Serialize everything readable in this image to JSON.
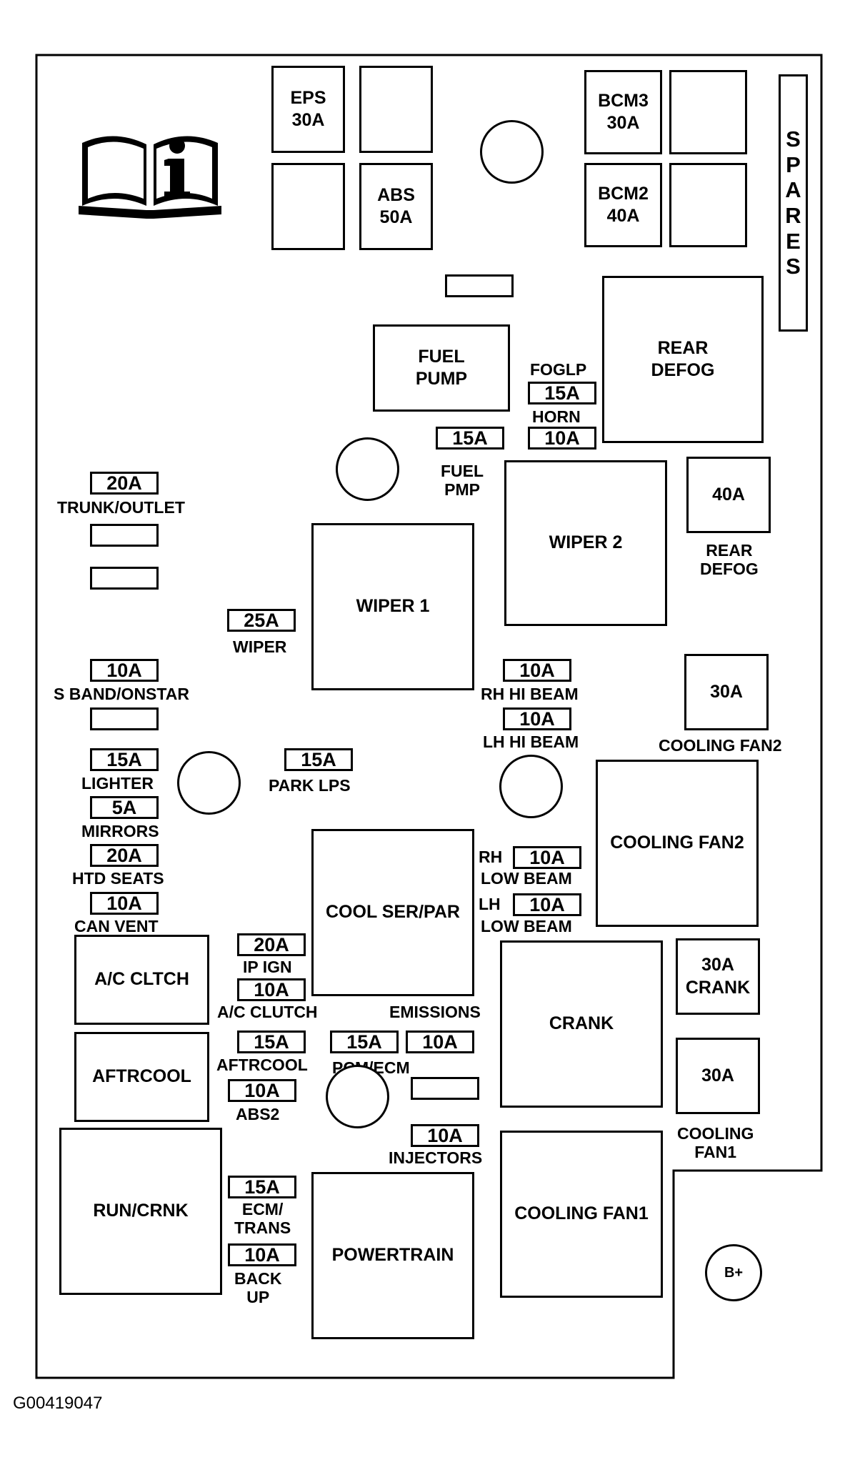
{
  "figure_id": "G00419047",
  "spares_label": "SPARES",
  "b_plus": "B+",
  "relays": [
    {
      "id": "eps",
      "label": "EPS\n30A"
    },
    {
      "id": "blank-top-1",
      "label": ""
    },
    {
      "id": "blank-top-2",
      "label": ""
    },
    {
      "id": "abs",
      "label": "ABS\n50A"
    },
    {
      "id": "bcm3",
      "label": "BCM3\n30A"
    },
    {
      "id": "blank-top-3",
      "label": ""
    },
    {
      "id": "bcm2",
      "label": "BCM2\n40A"
    },
    {
      "id": "blank-top-4",
      "label": ""
    },
    {
      "id": "rear-defog-relay",
      "label": "REAR\nDEFOG"
    },
    {
      "id": "fuel-pump",
      "label": "FUEL\nPUMP"
    },
    {
      "id": "wiper2",
      "label": "WIPER 2"
    },
    {
      "id": "rear-defog-40a",
      "label": "40A"
    },
    {
      "id": "wiper1",
      "label": "WIPER 1"
    },
    {
      "id": "cooling-fan2-30a",
      "label": "30A"
    },
    {
      "id": "cooling-fan2-relay",
      "label": "COOLING FAN2"
    },
    {
      "id": "cool-ser-par",
      "label": "COOL SER/PAR"
    },
    {
      "id": "ac-cltch",
      "label": "A/C CLTCH"
    },
    {
      "id": "aftrcool",
      "label": "AFTRCOOL"
    },
    {
      "id": "crank",
      "label": "CRANK"
    },
    {
      "id": "crank-30a",
      "label": "30A\nCRANK"
    },
    {
      "id": "cooling-fan1-30a",
      "label": "30A"
    },
    {
      "id": "run-crnk",
      "label": "RUN/CRNK"
    },
    {
      "id": "powertrain",
      "label": "POWERTRAIN"
    },
    {
      "id": "cooling-fan1-relay",
      "label": "COOLING FAN1"
    }
  ],
  "fuses": [
    {
      "id": "blank-fuse-top",
      "rating": ""
    },
    {
      "id": "foglp",
      "rating": "15A"
    },
    {
      "id": "horn",
      "rating": "10A"
    },
    {
      "id": "fuel-pmp",
      "rating": "15A"
    },
    {
      "id": "trunk-outlet",
      "rating": "20A"
    },
    {
      "id": "blank-fuse-1",
      "rating": ""
    },
    {
      "id": "blank-fuse-2",
      "rating": ""
    },
    {
      "id": "wiper",
      "rating": "25A"
    },
    {
      "id": "s-band-onstar",
      "rating": "10A"
    },
    {
      "id": "rh-hi-beam",
      "rating": "10A"
    },
    {
      "id": "lh-hi-beam",
      "rating": "10A"
    },
    {
      "id": "blank-fuse-3",
      "rating": ""
    },
    {
      "id": "lighter",
      "rating": "15A"
    },
    {
      "id": "park-lps",
      "rating": "15A"
    },
    {
      "id": "mirrors",
      "rating": "5A"
    },
    {
      "id": "htd-seats",
      "rating": "20A"
    },
    {
      "id": "can-vent",
      "rating": "10A"
    },
    {
      "id": "rh-low-beam",
      "rating": "10A"
    },
    {
      "id": "lh-low-beam",
      "rating": "10A"
    },
    {
      "id": "ip-ign",
      "rating": "20A"
    },
    {
      "id": "ac-clutch",
      "rating": "10A"
    },
    {
      "id": "aftrcool-fuse",
      "rating": "15A"
    },
    {
      "id": "pcm-ecm",
      "rating": "15A"
    },
    {
      "id": "emissions",
      "rating": "10A"
    },
    {
      "id": "abs2",
      "rating": "10A"
    },
    {
      "id": "blank-fuse-4",
      "rating": ""
    },
    {
      "id": "injectors",
      "rating": "10A"
    },
    {
      "id": "ecm-trans",
      "rating": "15A"
    },
    {
      "id": "back-up",
      "rating": "10A"
    }
  ],
  "labels": [
    {
      "id": "foglp",
      "text": "FOGLP"
    },
    {
      "id": "horn",
      "text": "HORN"
    },
    {
      "id": "fuel-pmp",
      "text": "FUEL\nPMP"
    },
    {
      "id": "trunk-outlet",
      "text": "TRUNK/OUTLET"
    },
    {
      "id": "rear-defog",
      "text": "REAR\nDEFOG"
    },
    {
      "id": "wiper",
      "text": "WIPER"
    },
    {
      "id": "s-band-onstar",
      "text": "S BAND/ONSTAR"
    },
    {
      "id": "rh-hi-beam",
      "text": "RH HI BEAM"
    },
    {
      "id": "lh-hi-beam",
      "text": "LH HI BEAM"
    },
    {
      "id": "cooling-fan2",
      "text": "COOLING FAN2"
    },
    {
      "id": "lighter",
      "text": "LIGHTER"
    },
    {
      "id": "park-lps",
      "text": "PARK LPS"
    },
    {
      "id": "mirrors",
      "text": "MIRRORS"
    },
    {
      "id": "rh",
      "text": "RH"
    },
    {
      "id": "rh-low-beam",
      "text": "LOW BEAM"
    },
    {
      "id": "htd-seats",
      "text": "HTD SEATS"
    },
    {
      "id": "lh",
      "text": "LH"
    },
    {
      "id": "can-vent",
      "text": "CAN VENT"
    },
    {
      "id": "lh-low-beam",
      "text": "LOW BEAM"
    },
    {
      "id": "ip-ign",
      "text": "IP IGN"
    },
    {
      "id": "ac-clutch",
      "text": "A/C CLUTCH"
    },
    {
      "id": "emissions",
      "text": "EMISSIONS"
    },
    {
      "id": "aftrcool",
      "text": "AFTRCOOL"
    },
    {
      "id": "pcm-ecm",
      "text": "PCM/ECM"
    },
    {
      "id": "abs2",
      "text": "ABS2"
    },
    {
      "id": "cooling-fan1",
      "text": "COOLING\nFAN1"
    },
    {
      "id": "injectors",
      "text": "INJECTORS"
    },
    {
      "id": "ecm-trans",
      "text": "ECM/\nTRANS"
    },
    {
      "id": "back-up",
      "text": "BACK\nUP"
    }
  ]
}
